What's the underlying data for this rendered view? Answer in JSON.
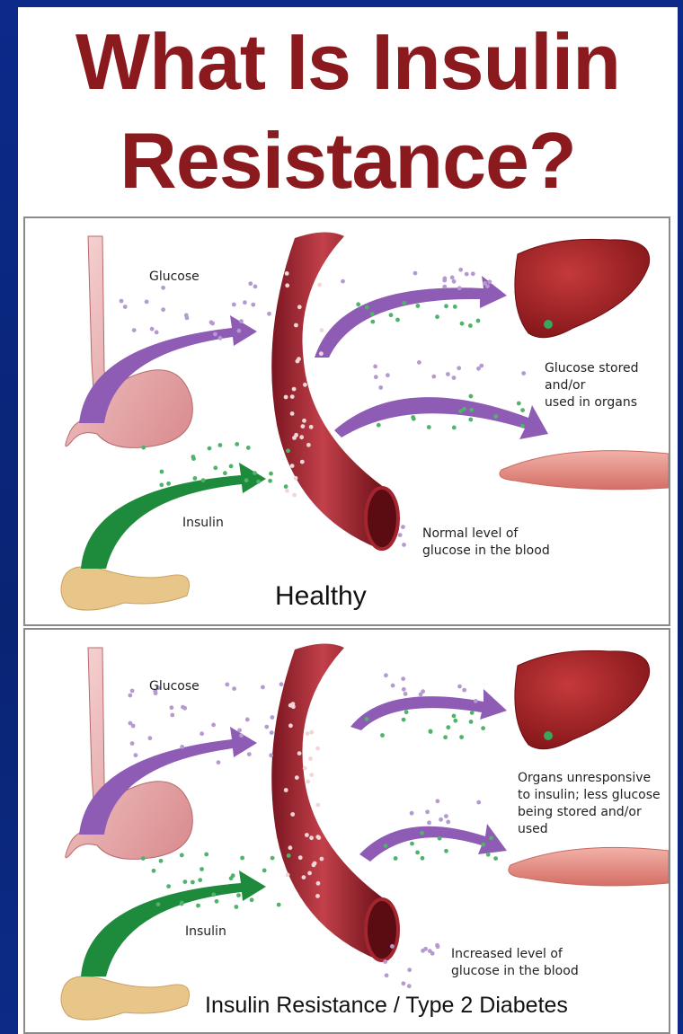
{
  "title": {
    "line1": "What Is Insulin",
    "line2": "Resistance?"
  },
  "colors": {
    "title": "#8b1a1f",
    "glucose_arrow": "#8e5bb5",
    "insulin_arrow": "#1e8a3c",
    "vessel": "#a3252f",
    "liver": "#9c1d22",
    "muscle": "#e79a92",
    "pancreas": "#e8c588"
  },
  "panels": {
    "healthy": {
      "glucose_label": "Glucose",
      "insulin_label": "Insulin",
      "organs_text": [
        "Glucose stored",
        "and/or",
        "used in organs"
      ],
      "blood_text": [
        "Normal level of",
        "glucose in the blood"
      ],
      "caption": "Healthy"
    },
    "resistant": {
      "glucose_label": "Glucose",
      "insulin_label": "Insulin",
      "organs_text": [
        "Organs unresponsive",
        "to insulin; less glucose",
        "being stored and/or",
        "used"
      ],
      "blood_text": [
        "Increased level of",
        "glucose in the blood"
      ],
      "caption": "Insulin Resistance / Type 2 Diabetes"
    }
  },
  "icons": [
    "esophagus-stomach-icon",
    "pancreas-icon",
    "blood-vessel-icon",
    "liver-icon",
    "muscle-icon"
  ]
}
